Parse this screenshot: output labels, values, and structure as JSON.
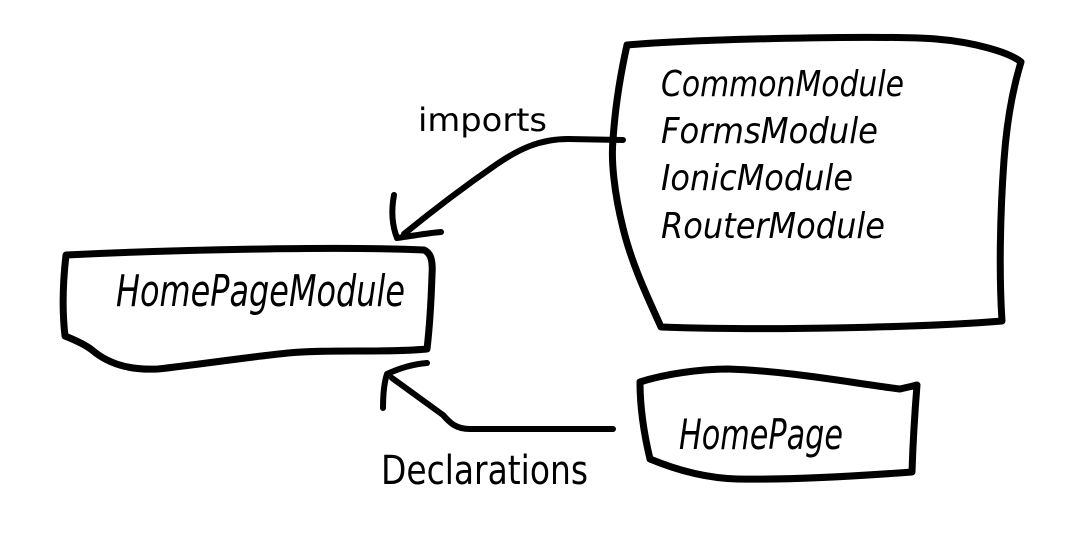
{
  "colors": {
    "ink": "#000000",
    "background": "#ffffff"
  },
  "diagram": {
    "nodes": {
      "home_page_module": {
        "label": "HomePageModule"
      },
      "imported_modules": {
        "items": [
          "CommonModule",
          "FormsModule",
          "IonicModule",
          "RouterModule"
        ]
      },
      "home_page": {
        "label": "HomePage"
      }
    },
    "edges": {
      "imports": {
        "label": "imports",
        "from": "imported_modules",
        "to": "home_page_module"
      },
      "declarations": {
        "label": "Declarations",
        "from": "home_page",
        "to": "home_page_module"
      }
    }
  }
}
